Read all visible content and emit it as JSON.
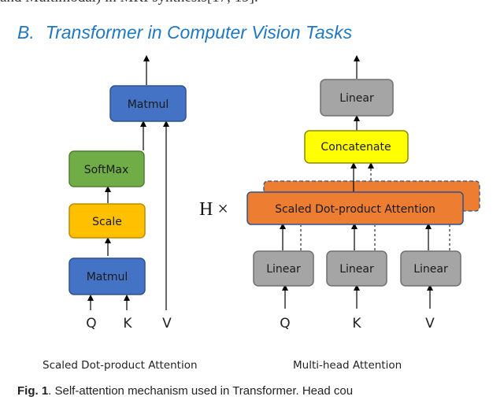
{
  "top_text": "and Multimodal) in MRI synthesis[17, 19].",
  "section": {
    "number": "B.",
    "title": "Transformer in Computer Vision Tasks"
  },
  "left_diagram": {
    "matmul_top": "Matmul",
    "softmax": "SoftMax",
    "scale": "Scale",
    "matmul_bottom": "Matmul",
    "inputs": [
      "Q",
      "K",
      "V"
    ],
    "caption": "Scaled Dot-product Attention"
  },
  "right_diagram": {
    "linear_top": "Linear",
    "concatenate": "Concatenate",
    "attention": "Scaled Dot-product Attention",
    "h_label": "H ×",
    "linears": [
      "Linear",
      "Linear",
      "Linear"
    ],
    "inputs": [
      "Q",
      "K",
      "V"
    ],
    "caption": "Multi-head Attention"
  },
  "colors": {
    "blue": "#4472c4",
    "green": "#70ad47",
    "yellow_orange": "#ffc000",
    "yellow": "#ffff00",
    "orange": "#ed7d31",
    "gray": "#a5a5a5",
    "heading": "#1f78c1"
  },
  "figure_caption": {
    "label": "Fig. 1",
    "text": ".  Self-attention mechanism used in Transformer. Head cou"
  }
}
